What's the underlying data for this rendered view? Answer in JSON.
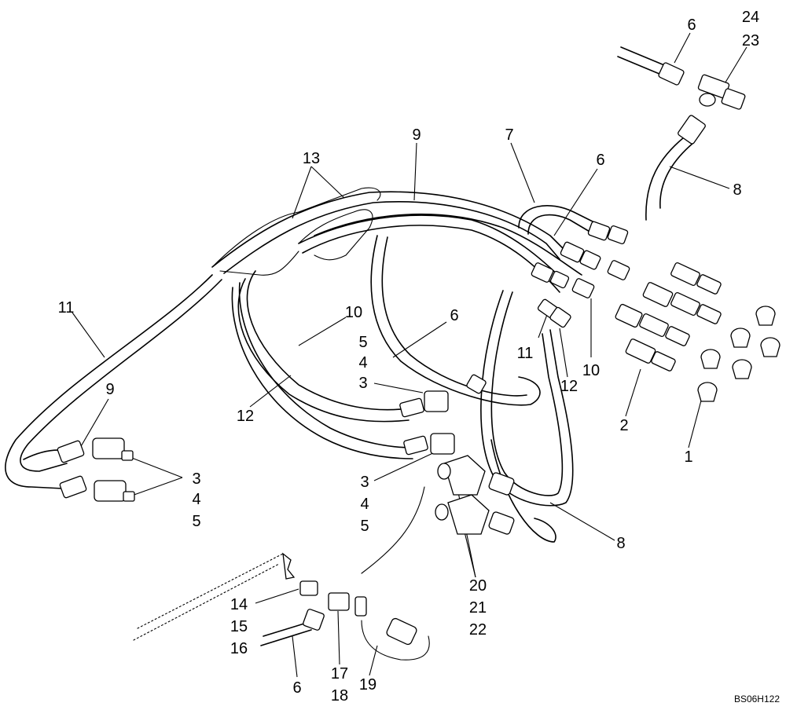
{
  "callouts": [
    {
      "id": "c6a",
      "text": "6"
    },
    {
      "id": "c24",
      "text": "24"
    },
    {
      "id": "c23",
      "text": "23"
    },
    {
      "id": "c9top",
      "text": "9"
    },
    {
      "id": "c7",
      "text": "7"
    },
    {
      "id": "c6b",
      "text": "6"
    },
    {
      "id": "c13",
      "text": "13"
    },
    {
      "id": "c8top",
      "text": "8"
    },
    {
      "id": "c11left",
      "text": "11"
    },
    {
      "id": "c10mid",
      "text": "10"
    },
    {
      "id": "c6c",
      "text": "6"
    },
    {
      "id": "c5a",
      "text": "5"
    },
    {
      "id": "c4a",
      "text": "4"
    },
    {
      "id": "c3a",
      "text": "3"
    },
    {
      "id": "c9left",
      "text": "9"
    },
    {
      "id": "c12mid",
      "text": "12"
    },
    {
      "id": "c11right",
      "text": "11"
    },
    {
      "id": "c12right",
      "text": "12"
    },
    {
      "id": "c10right",
      "text": "10"
    },
    {
      "id": "c2",
      "text": "2"
    },
    {
      "id": "c1",
      "text": "1"
    },
    {
      "id": "c3b",
      "text": "3"
    },
    {
      "id": "c4b",
      "text": "4"
    },
    {
      "id": "c5b",
      "text": "5"
    },
    {
      "id": "c3c",
      "text": "3"
    },
    {
      "id": "c4c",
      "text": "4"
    },
    {
      "id": "c5c",
      "text": "5"
    },
    {
      "id": "c8bot",
      "text": "8"
    },
    {
      "id": "c20",
      "text": "20"
    },
    {
      "id": "c21",
      "text": "21"
    },
    {
      "id": "c22",
      "text": "22"
    },
    {
      "id": "c14",
      "text": "14"
    },
    {
      "id": "c15",
      "text": "15"
    },
    {
      "id": "c16",
      "text": "16"
    },
    {
      "id": "c6d",
      "text": "6"
    },
    {
      "id": "c17",
      "text": "17"
    },
    {
      "id": "c18",
      "text": "18"
    },
    {
      "id": "c19",
      "text": "19"
    }
  ],
  "drawing_code": "BS06H122"
}
